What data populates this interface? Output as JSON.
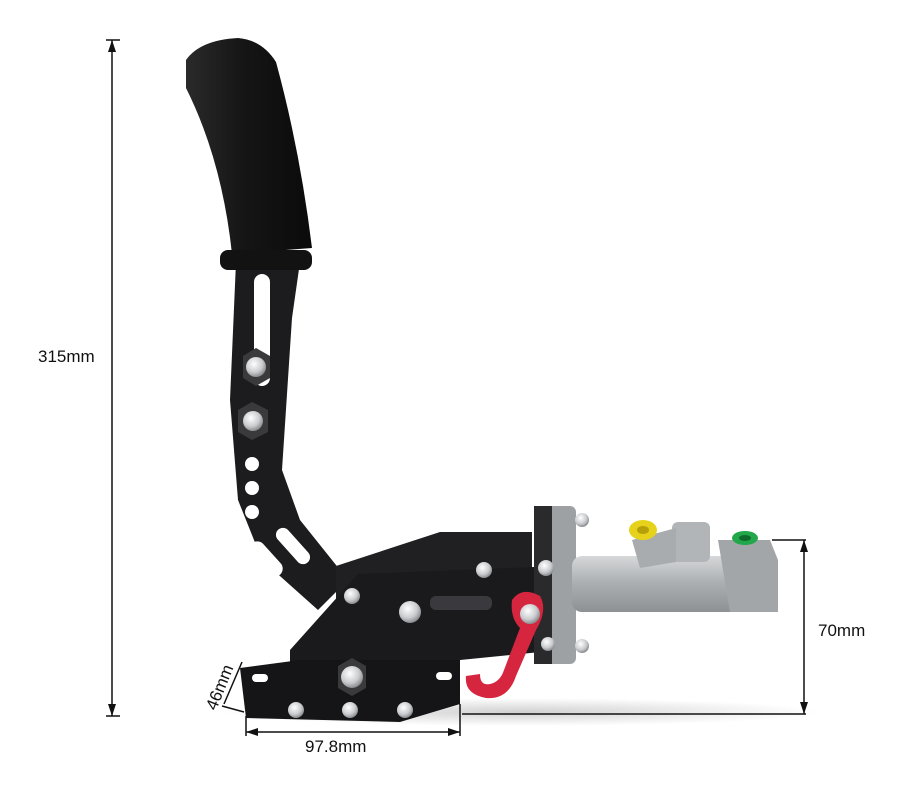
{
  "dimensions": {
    "height_label": "315mm",
    "master_cylinder_label": "70mm",
    "base_length_label": "97.8mm",
    "base_width_label": "46mm"
  },
  "colors": {
    "lever_black": "#1a1a1c",
    "grip_black": "#121212",
    "cylinder_gray": "#b9bcbe",
    "hook_red": "#d6263f",
    "cap_yellow": "#e6d21a",
    "cap_green": "#22a84a",
    "bolt_silver": "#d5d7d9"
  },
  "product": {
    "icon": "hydraulic-handbrake-image"
  }
}
